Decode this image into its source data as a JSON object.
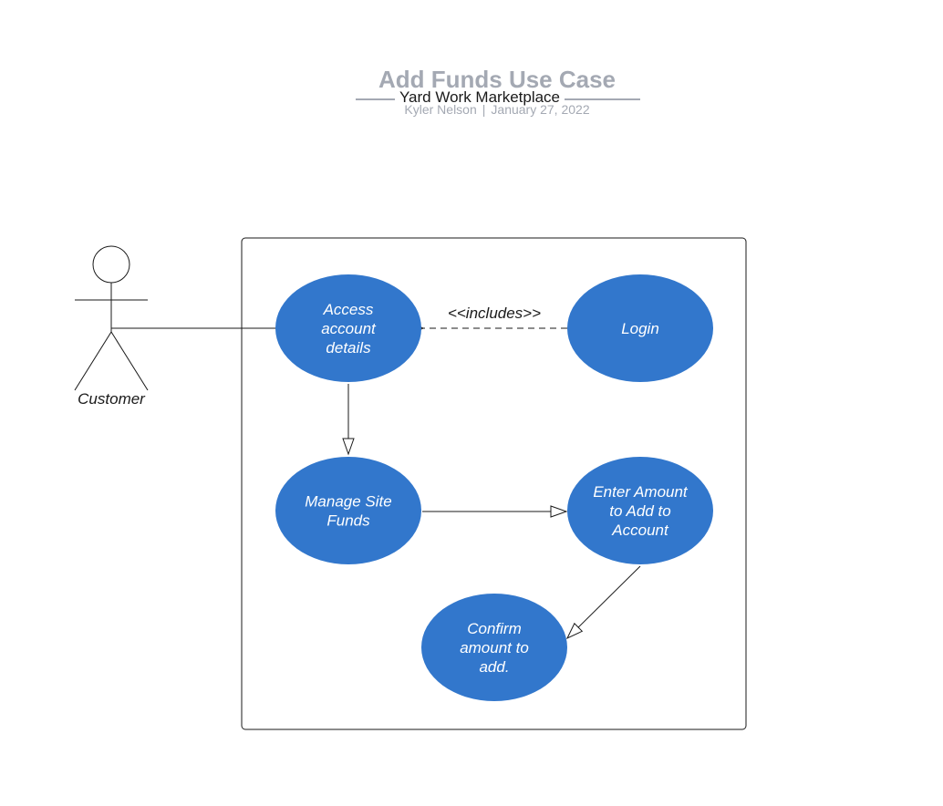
{
  "header": {
    "title": "Add Funds Use Case",
    "subtitle": "Yard Work Marketplace",
    "author": "Kyler Nelson",
    "separator": "|",
    "date": "January 27, 2022"
  },
  "actor": {
    "label": "Customer"
  },
  "use_cases": [
    {
      "id": "access",
      "lines": [
        "Access",
        "account",
        "details"
      ]
    },
    {
      "id": "login",
      "lines": [
        "Login"
      ]
    },
    {
      "id": "manage",
      "lines": [
        "Manage Site",
        "Funds"
      ]
    },
    {
      "id": "enter",
      "lines": [
        "Enter Amount",
        "to Add to",
        "Account"
      ]
    },
    {
      "id": "confirm",
      "lines": [
        "Confirm",
        "amount to",
        "add."
      ]
    }
  ],
  "relations": {
    "includes_label": "<<includes>>"
  },
  "colors": {
    "use_case_fill": "#3277cc",
    "line": "#1a1a1a",
    "header_gray": "#a4a9b3",
    "system_border": "#1a1a1a"
  }
}
